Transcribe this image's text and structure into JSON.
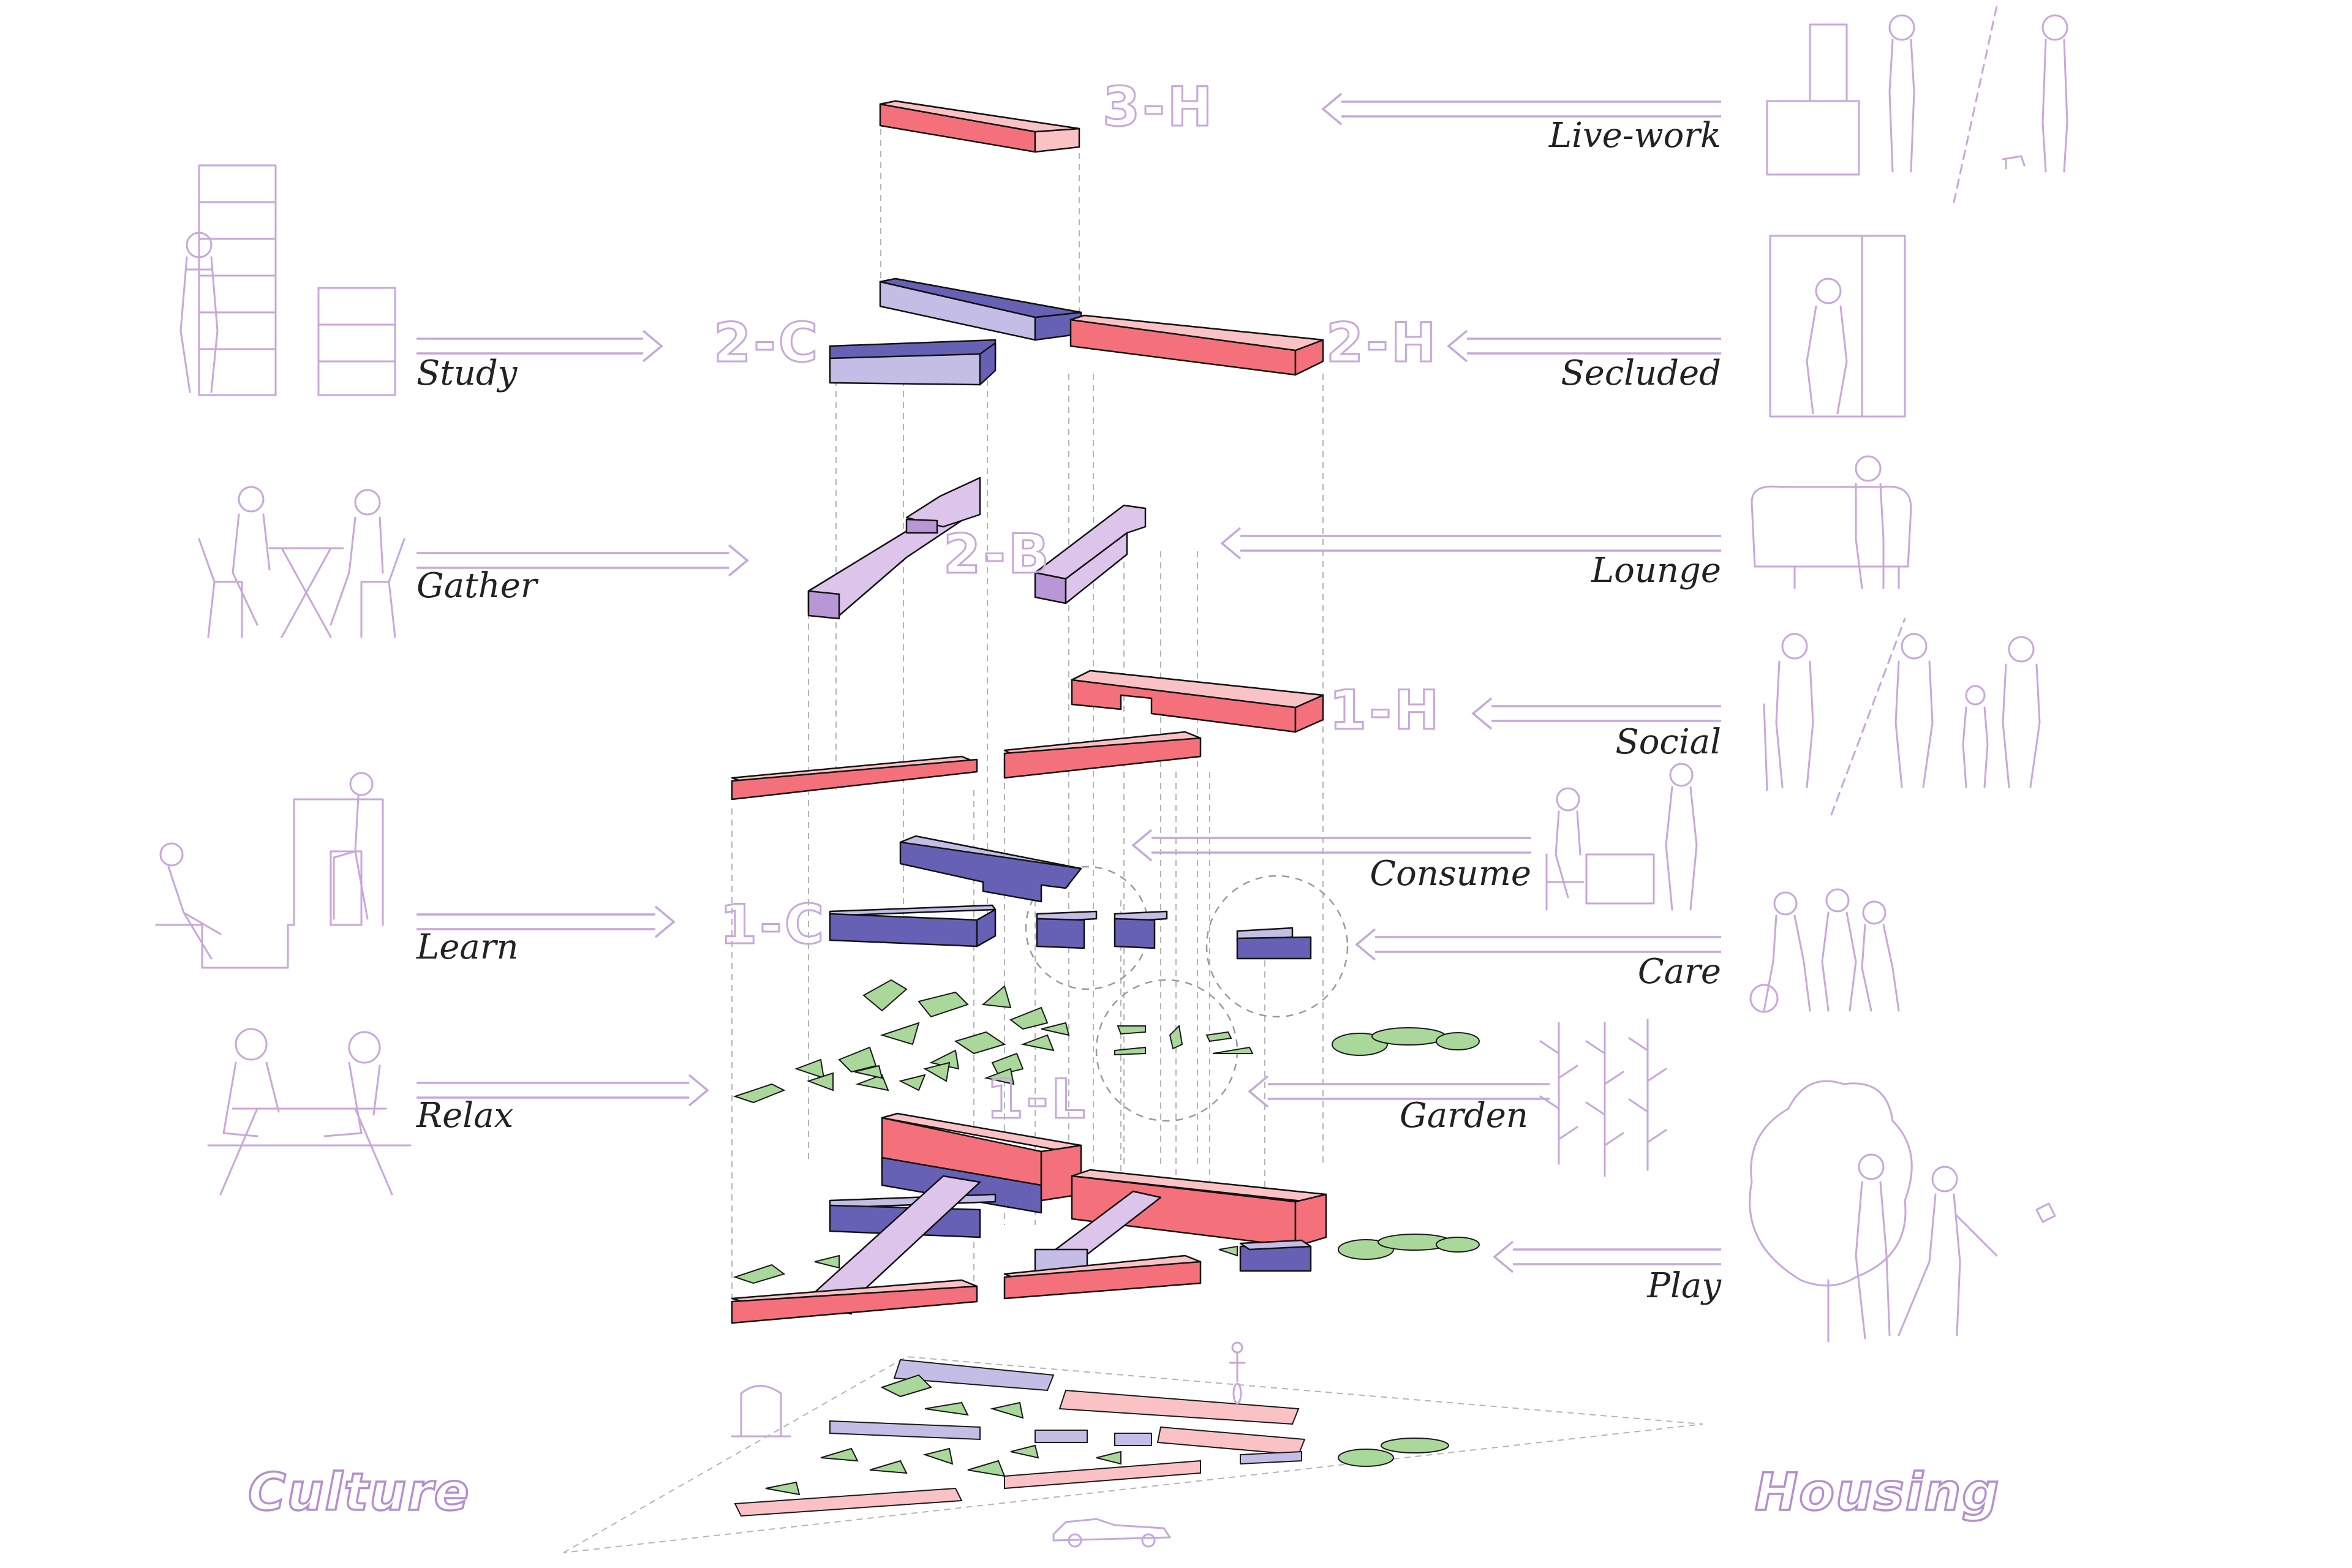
{
  "categories": {
    "left": "Culture",
    "right": "Housing"
  },
  "levels": {
    "l3h": "3-H",
    "l2c": "2-C",
    "l2h": "2-H",
    "l2b": "2-B",
    "l1h": "1-H",
    "l1c": "1-C",
    "l1l": "1-L"
  },
  "programs_left": {
    "study": "Study",
    "gather": "Gather",
    "learn": "Learn",
    "relax": "Relax"
  },
  "programs_right": {
    "live_work": "Live-work",
    "secluded": "Secluded",
    "lounge": "Lounge",
    "social": "Social",
    "consume": "Consume",
    "care": "Care",
    "garden": "Garden",
    "play": "Play"
  },
  "colors": {
    "housing_top": "#fbc2c6",
    "housing_front": "#f4707a",
    "culture_top": "#c4bde6",
    "culture_front": "#6661b5",
    "lounge_top": "#dcc4ea",
    "lounge_front": "#b996d6",
    "landscape": "#a9d89a",
    "figure_line": "#c9a6dc"
  }
}
